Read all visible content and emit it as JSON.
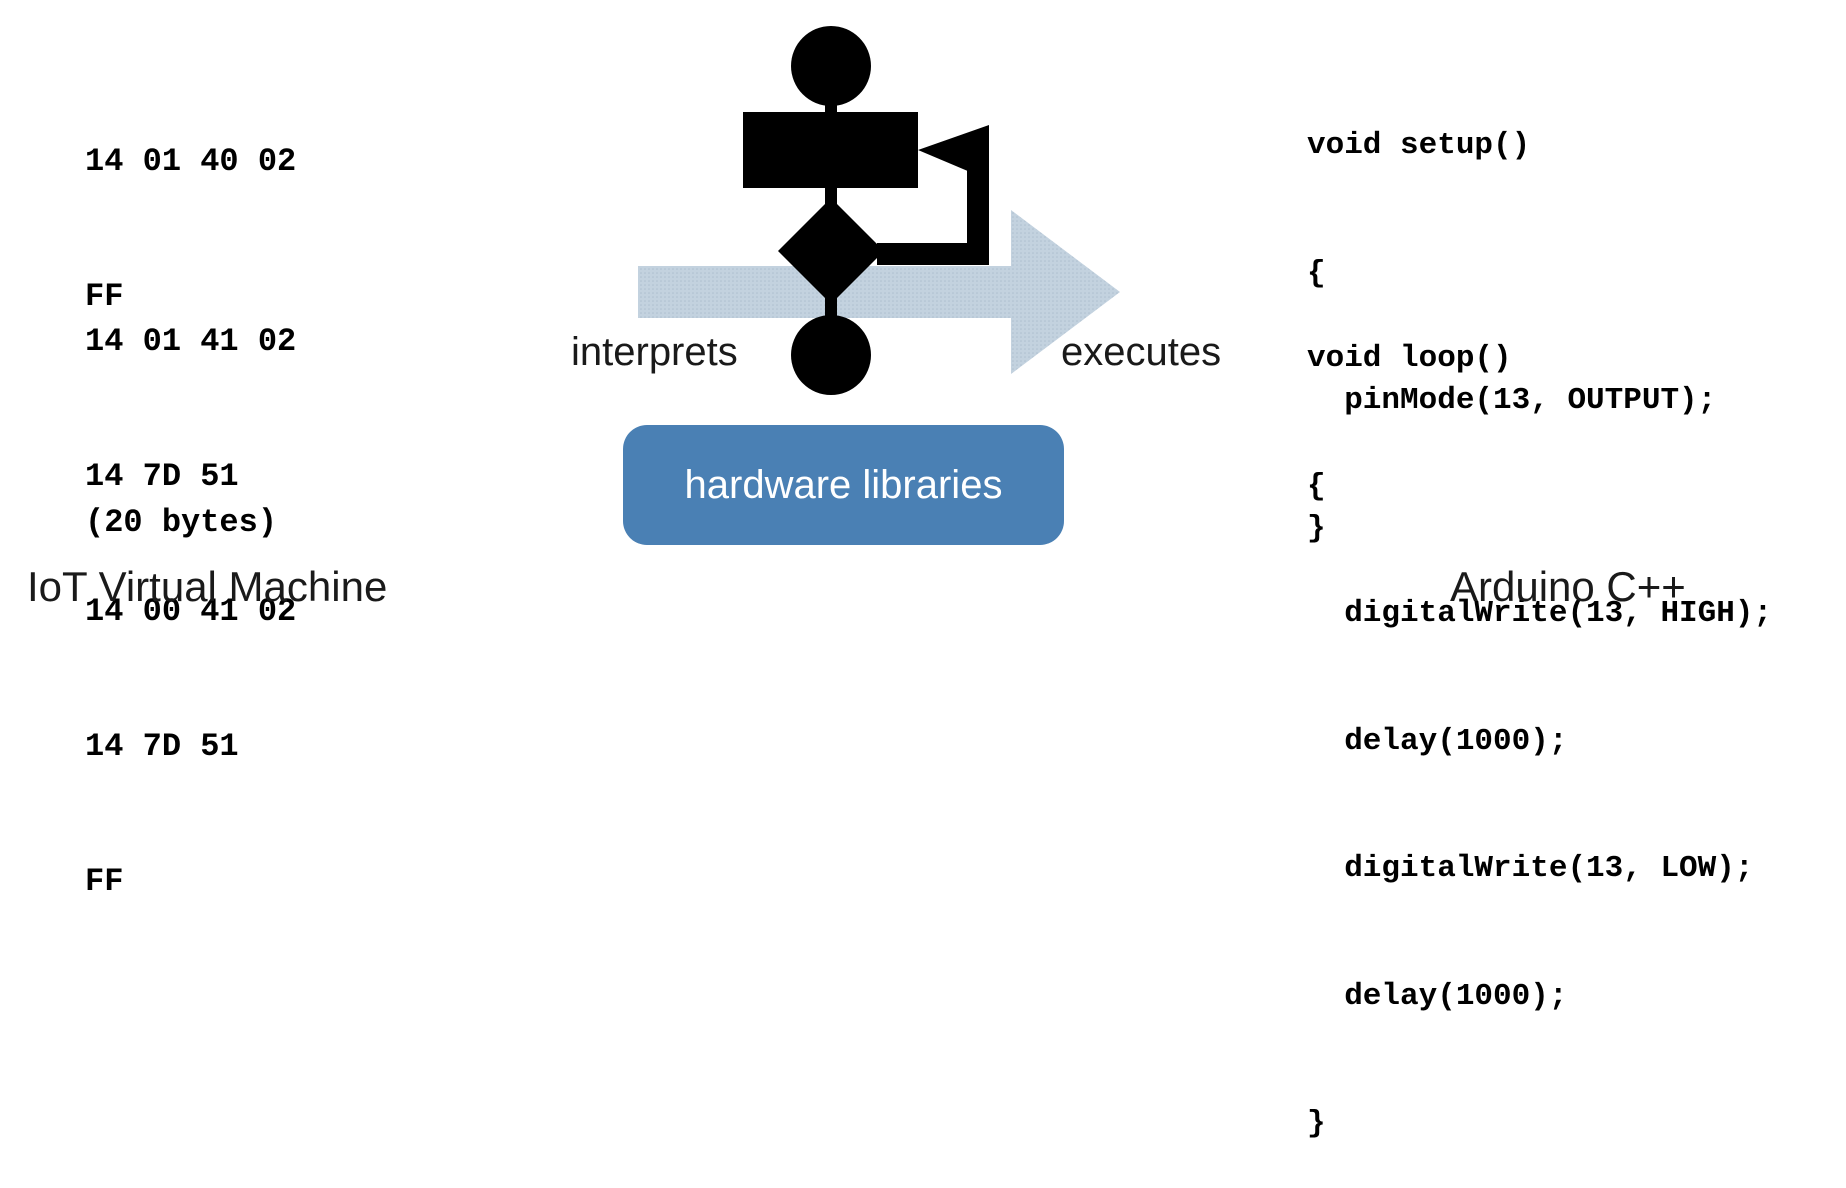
{
  "vm": {
    "group1": [
      "14 01 40 02",
      "FF"
    ],
    "group2": [
      "14 01 41 02",
      "14 7D 51",
      "14 00 41 02",
      "14 7D 51",
      "FF"
    ],
    "size_note": "(20 bytes)",
    "caption": "IoT Virtual Machine"
  },
  "middle": {
    "interprets_label": "interprets",
    "executes_label": "executes",
    "hardware_label": "hardware libraries",
    "arrow_color": "#c8d6e2",
    "flowchart_color": "#000000",
    "box_color": "#4a80b4"
  },
  "arduino": {
    "setup_block": [
      "void setup()",
      "{",
      "  pinMode(13, OUTPUT);",
      "}"
    ],
    "loop_block": [
      "void loop()",
      "{",
      "  digitalWrite(13, HIGH);",
      "  delay(1000);",
      "  digitalWrite(13, LOW);",
      "  delay(1000);",
      "}"
    ],
    "caption": "Arduino C++"
  }
}
